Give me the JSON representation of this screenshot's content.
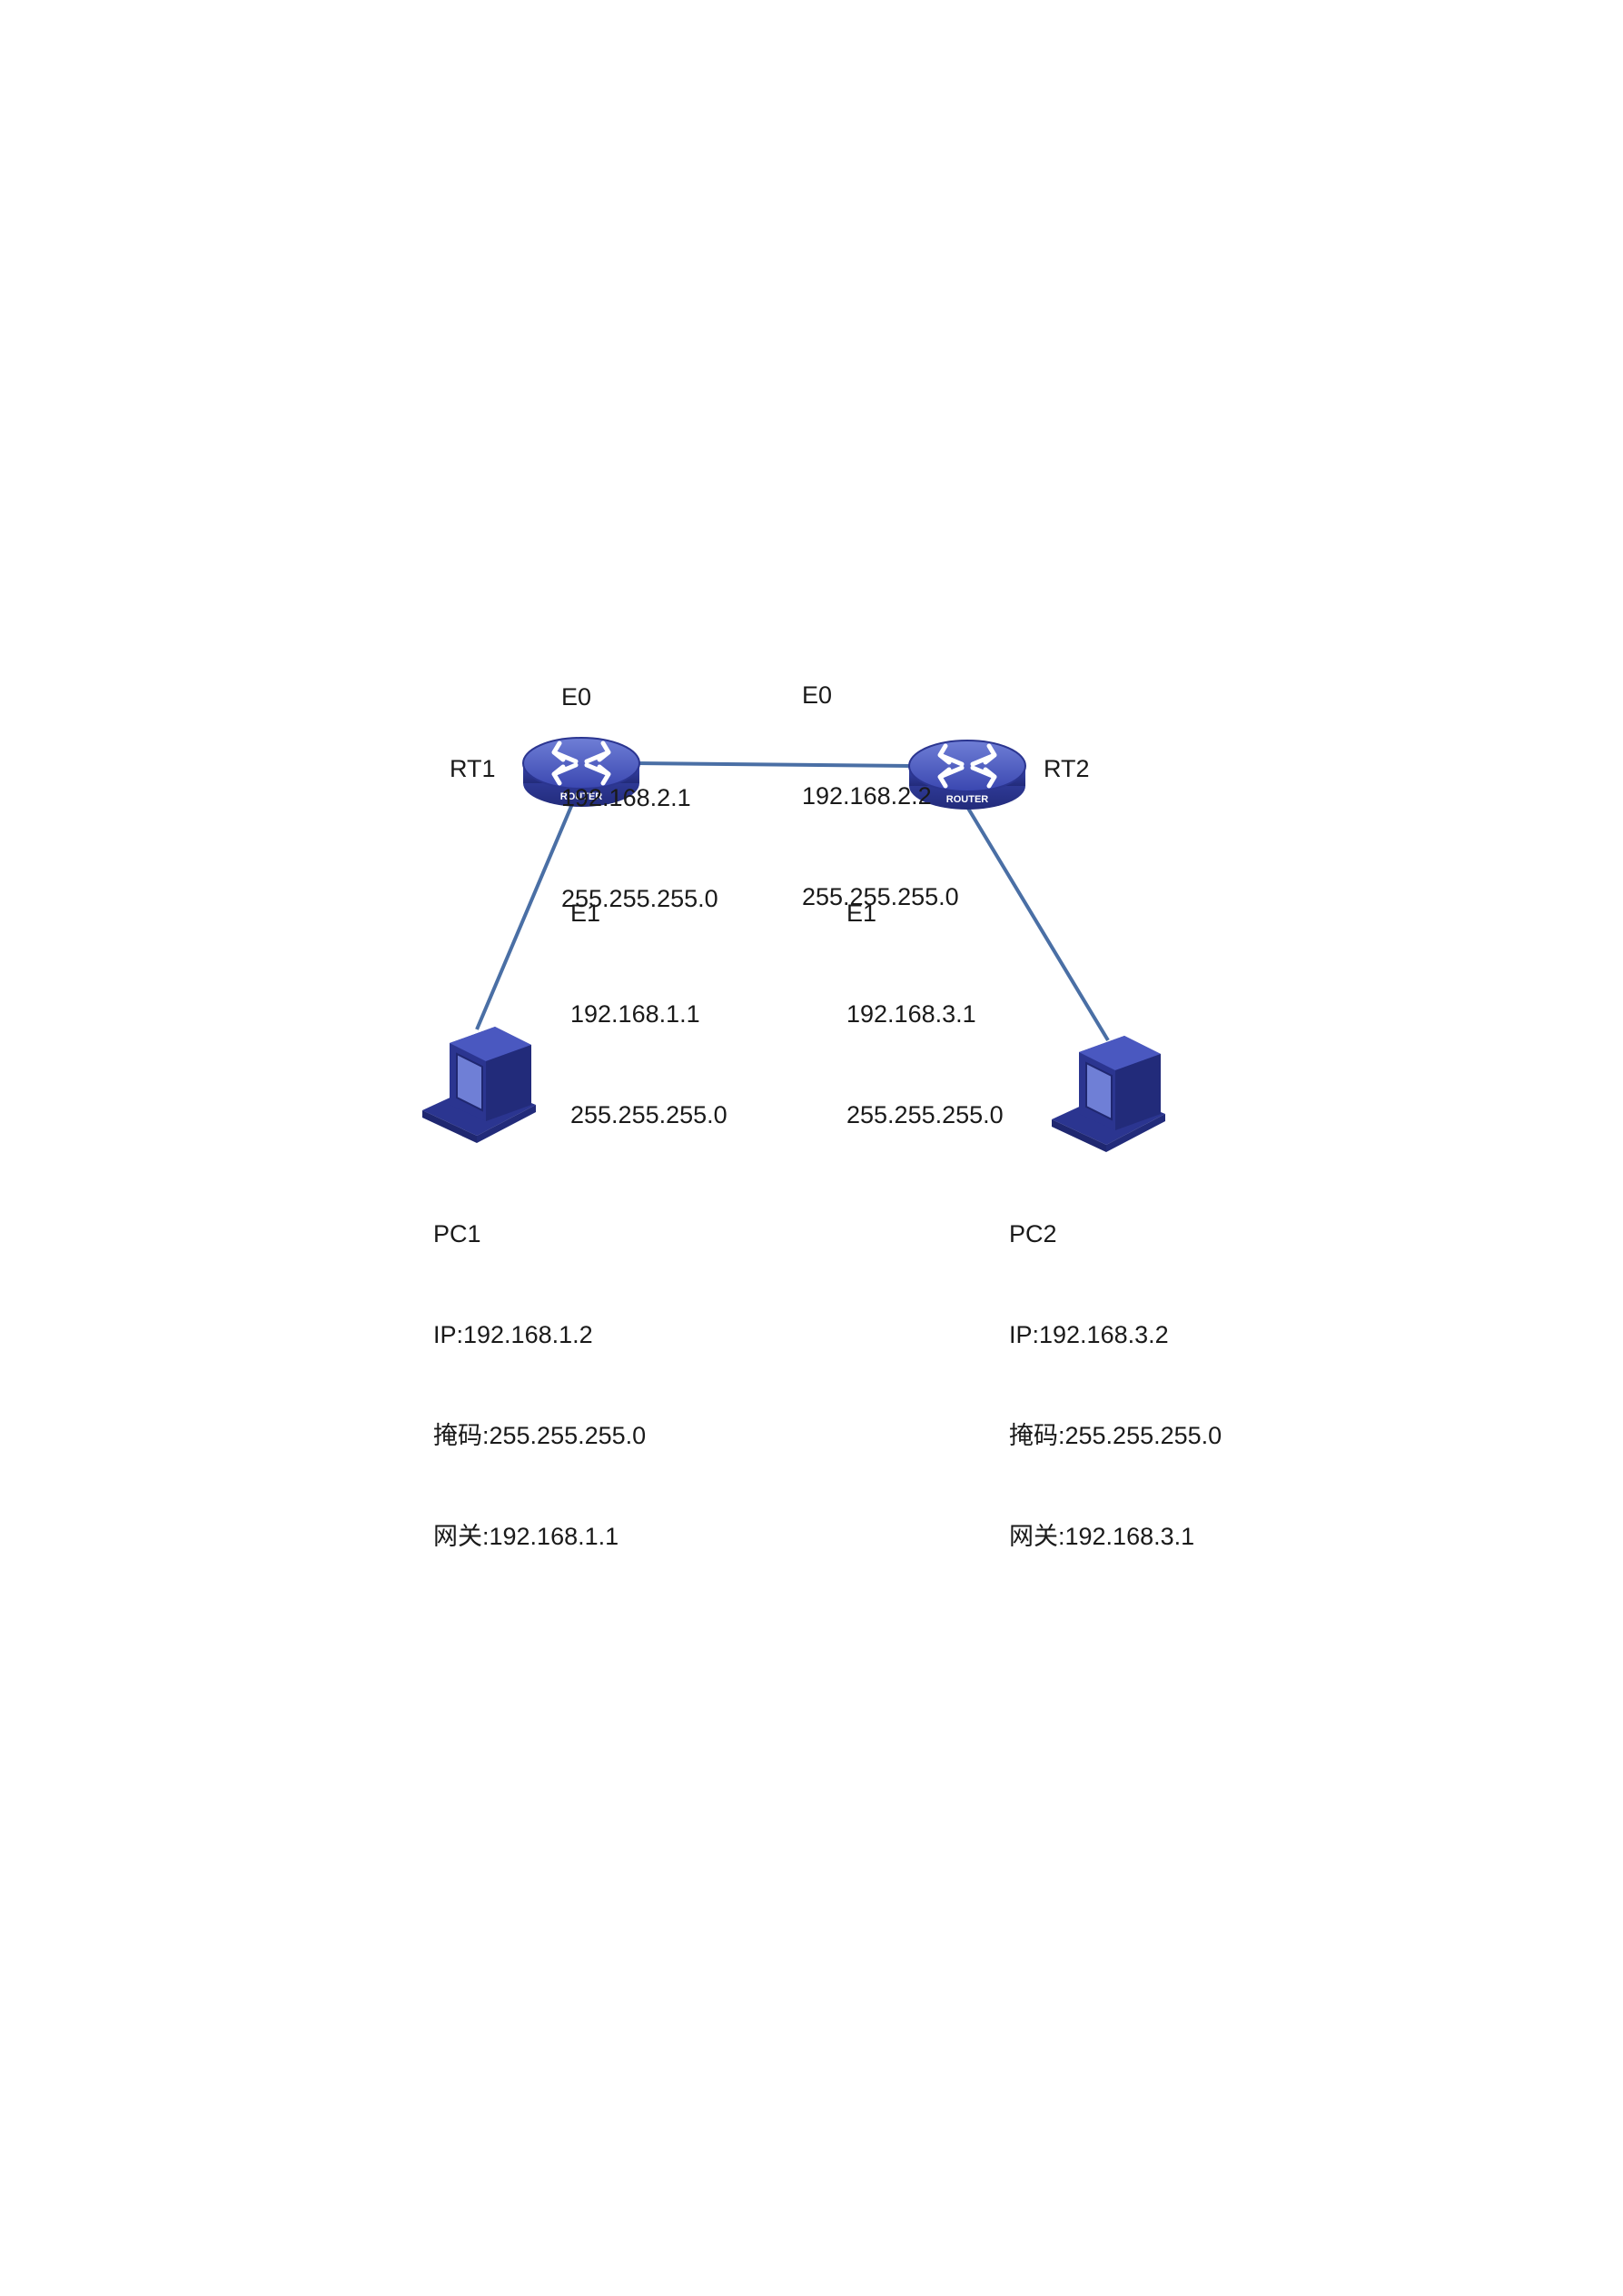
{
  "diagram": {
    "colors": {
      "link": "#4a6fa5",
      "device_dark": "#2b3590",
      "device_mid": "#3a47b0",
      "device_light": "#6f7fd6",
      "text": "#1a1a1a"
    },
    "routers": [
      {
        "name": "RT1",
        "caption": "ROUTER",
        "icon": "router-icon",
        "e0": {
          "port": "E0",
          "ip": "192.168.2.1",
          "mask": "255.255.255.0"
        },
        "e1": {
          "port": "E1",
          "ip": "192.168.1.1",
          "mask": "255.255.255.0"
        }
      },
      {
        "name": "RT2",
        "caption": "ROUTER",
        "icon": "router-icon",
        "e0": {
          "port": "E0",
          "ip": "192.168.2.2",
          "mask": "255.255.255.0"
        },
        "e1": {
          "port": "E1",
          "ip": "192.168.3.1",
          "mask": "255.255.255.0"
        }
      }
    ],
    "pcs": [
      {
        "name": "PC1",
        "icon": "computer-icon",
        "ip": "IP:192.168.1.2",
        "mask": "掩码:255.255.255.0",
        "gateway": "网关:192.168.1.1"
      },
      {
        "name": "PC2",
        "icon": "computer-icon",
        "ip": "IP:192.168.3.2",
        "mask": "掩码:255.255.255.0",
        "gateway": "网关:192.168.3.1"
      }
    ],
    "links": [
      {
        "from": "RT1",
        "to": "RT2"
      },
      {
        "from": "RT1",
        "to": "PC1"
      },
      {
        "from": "RT2",
        "to": "PC2"
      }
    ]
  }
}
